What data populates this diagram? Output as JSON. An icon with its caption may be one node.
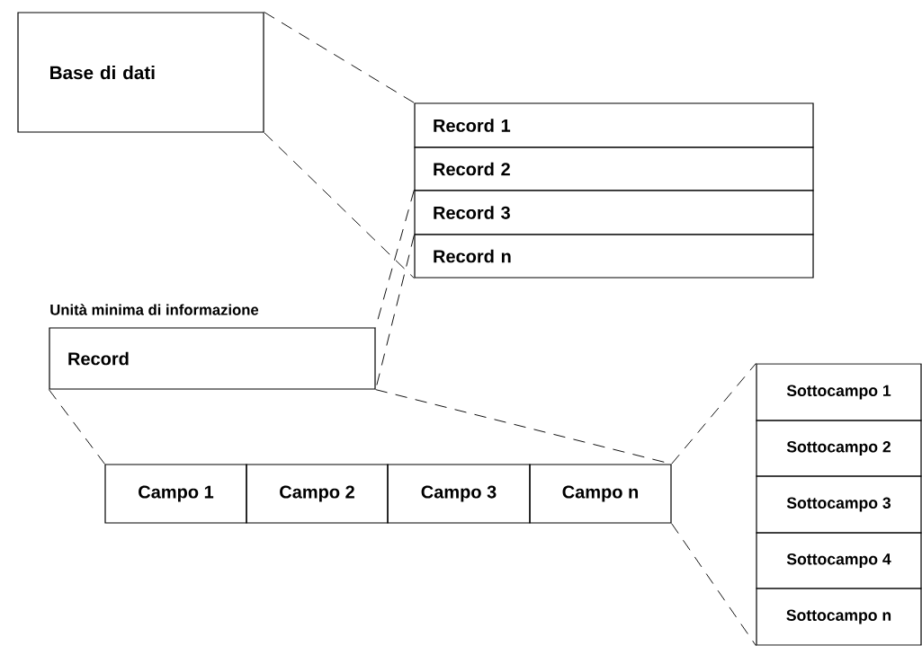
{
  "diagram": {
    "nodes": [
      {
        "text": [
          "Base di dati"
        ]
      },
      {
        "text": [
          "Record 1"
        ]
      },
      {
        "text": [
          "Record 2"
        ]
      },
      {
        "text": [
          "Record 3"
        ]
      },
      {
        "text": [
          "Record n"
        ]
      },
      {
        "text": [
          "Unità minima di informazione",
          "Record"
        ]
      },
      {
        "text": [
          "Campo 1"
        ]
      },
      {
        "text": [
          "Campo 2"
        ]
      },
      {
        "text": [
          "Campo 3"
        ]
      },
      {
        "text": [
          "Campo n"
        ]
      },
      {
        "text": [
          "Sottocampo 1"
        ]
      },
      {
        "text": [
          "Sottocampo 2"
        ]
      },
      {
        "text": [
          "Sottocampo 3"
        ]
      },
      {
        "text": [
          "Sottocampo 4"
        ]
      },
      {
        "text": [
          "Sottocampo n"
        ]
      }
    ],
    "edges": [
      {
        "from": 0,
        "to": 1,
        "arrow": "none",
        "style": "dashed"
      },
      {
        "from": 0,
        "to": 4,
        "arrow": "none",
        "style": "dashed"
      },
      {
        "from": 3,
        "to": 5,
        "arrow": "none",
        "style": "dashed"
      },
      {
        "from": 3,
        "to": 5,
        "arrow": "none",
        "style": "dashed"
      },
      {
        "from": 5,
        "to": 6,
        "arrow": "none",
        "style": "dashed"
      },
      {
        "from": 5,
        "to": 9,
        "arrow": "none",
        "style": "dashed"
      },
      {
        "from": 9,
        "to": 10,
        "arrow": "none",
        "style": "dashed"
      },
      {
        "from": 9,
        "to": 14,
        "arrow": "none",
        "style": "dashed"
      }
    ]
  }
}
